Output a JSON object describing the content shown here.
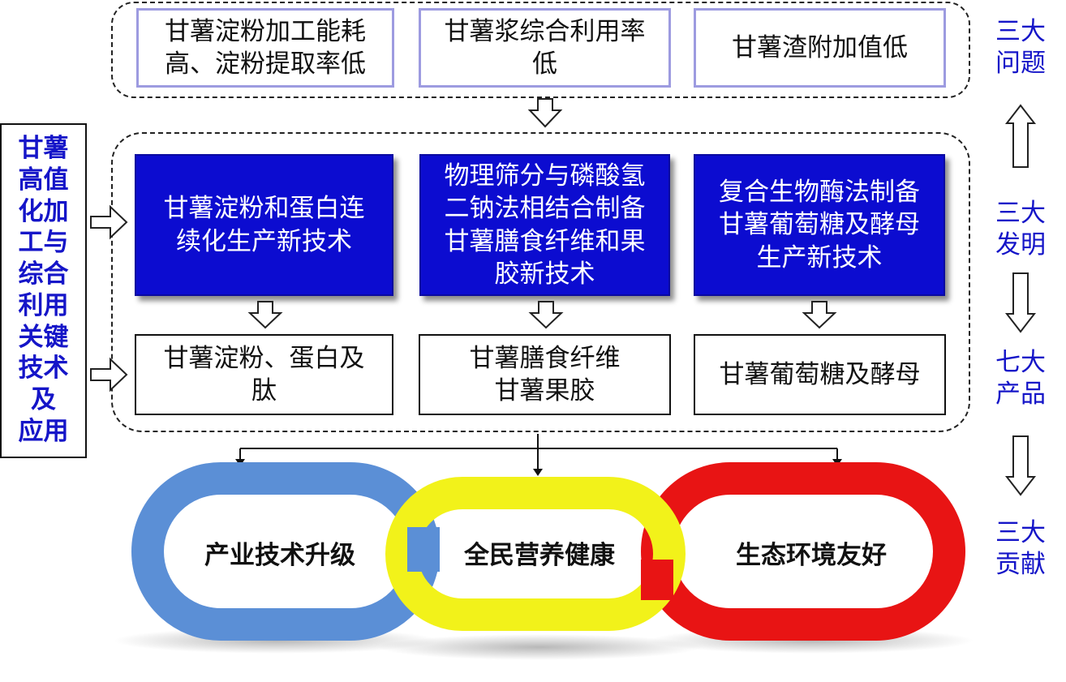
{
  "problems": [
    "甘薯淀粉加工能耗\n高、淀粉提取率低",
    "甘薯浆综合利用率\n低",
    "甘薯渣附加值低"
  ],
  "inventions": [
    "甘薯淀粉和蛋白连\n续化生产新技术",
    "物理筛分与磷酸氢\n二钠法相结合制备\n甘薯膳食纤维和果\n胶新技术",
    "复合生物酶法制备\n甘薯葡萄糖及酵母\n生产新技术"
  ],
  "products": [
    "甘薯淀粉、蛋白及\n肽",
    "甘薯膳食纤维\n甘薯果胶",
    "甘薯葡萄糖及酵母"
  ],
  "left_title": "甘薯\n高值\n化加\n工与\n综合\n利用\n关键\n技术\n及\n应用",
  "side_labels": {
    "problems": "三大\n问题",
    "inventions": "三大\n发明",
    "products": "七大\n产品",
    "contributions": "三大\n贡献"
  },
  "contributions": [
    "产业技术升级",
    "全民营养健康",
    "生态环境友好"
  ],
  "colors": {
    "invention_fill": "#0c0cd0",
    "side_text": "#1515c8",
    "problem_border": "#9d9be0",
    "ring_blue": "#5b8fd6",
    "ring_yellow": "#f2f21a",
    "ring_red": "#e81414"
  }
}
